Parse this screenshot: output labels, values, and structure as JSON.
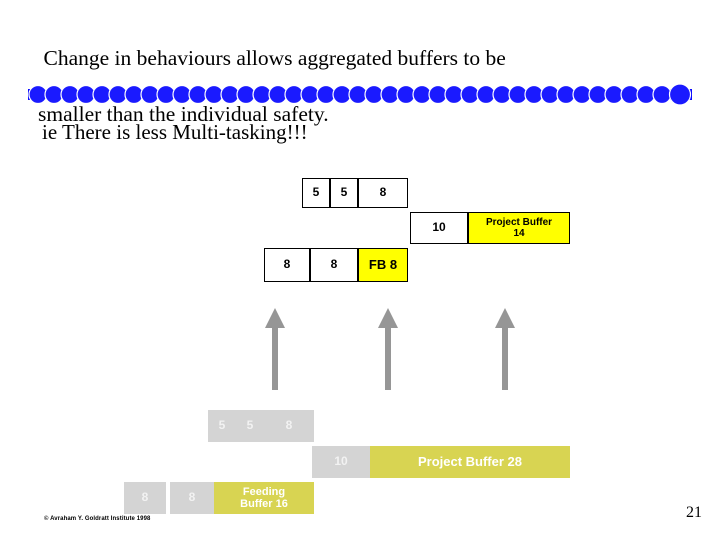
{
  "slide": {
    "title_line1": "Change in behaviours allows aggregated buffers to be",
    "title_line2": "smaller than the individual safety.",
    "subtitle": "ie There is less Multi-tasking!!!",
    "copyright": "© Avraham Y. Goldratt Institute 1998",
    "page_number": "21",
    "colors": {
      "buffer_yellow": "#ffff00",
      "divider_blue": "#0000ff",
      "arrow_grey": "#969696",
      "faded_grey": "#d4d4d4",
      "faded_gold": "#d8d452"
    }
  },
  "top_diagram": {
    "row1": [
      {
        "label": "5",
        "style": "white"
      },
      {
        "label": "5",
        "style": "white"
      },
      {
        "label": "8",
        "style": "white"
      }
    ],
    "row2": [
      {
        "label": "10",
        "style": "white"
      },
      {
        "label": "Project Buffer\n14",
        "style": "yellow"
      }
    ],
    "row3": [
      {
        "label": "8",
        "style": "white"
      },
      {
        "label": "8",
        "style": "white"
      },
      {
        "label": "FB 8",
        "style": "yellow"
      }
    ]
  },
  "bottom_diagram": {
    "row1": [
      {
        "label": "5",
        "style": "grey"
      },
      {
        "label": "5",
        "style": "grey"
      },
      {
        "label": "8",
        "style": "grey"
      }
    ],
    "row2": [
      {
        "label": "10",
        "style": "grey"
      },
      {
        "label": "Project Buffer 28",
        "style": "goldish"
      }
    ],
    "row3": [
      {
        "label": "8",
        "style": "grey"
      },
      {
        "label": "8",
        "style": "grey"
      },
      {
        "label": "Feeding\nBuffer 16",
        "style": "goldish"
      }
    ]
  },
  "arrows": {
    "count": 3,
    "direction": "up",
    "color": "#969696"
  }
}
